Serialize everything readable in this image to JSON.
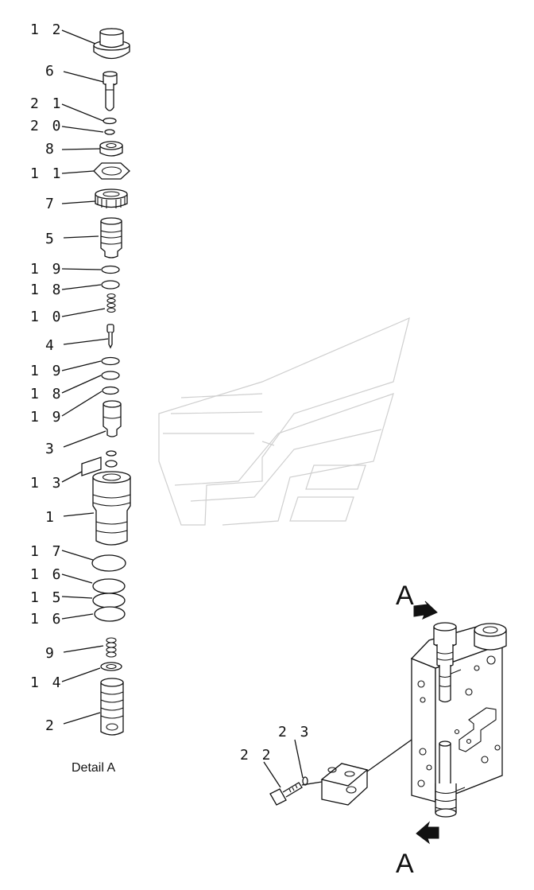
{
  "caption": "Detail A",
  "view_marker": "A",
  "callouts": {
    "c12": "1 2",
    "c6": "6",
    "c21": "2 1",
    "c20": "2 0",
    "c8": "8",
    "c11": "1 1",
    "c7": "7",
    "c5": "5",
    "c19a": "1 9",
    "c18a": "1 8",
    "c10": "1 0",
    "c4": "4",
    "c19b": "1 9",
    "c18b": "1 8",
    "c19c": "1 9",
    "c3": "3",
    "c13": "1 3",
    "c1": "1",
    "c17": "1 7",
    "c16a": "1 6",
    "c15": "1 5",
    "c16b": "1 6",
    "c9": "9",
    "c14": "1 4",
    "c2": "2",
    "c23": "2 3",
    "c22": "2 2"
  }
}
